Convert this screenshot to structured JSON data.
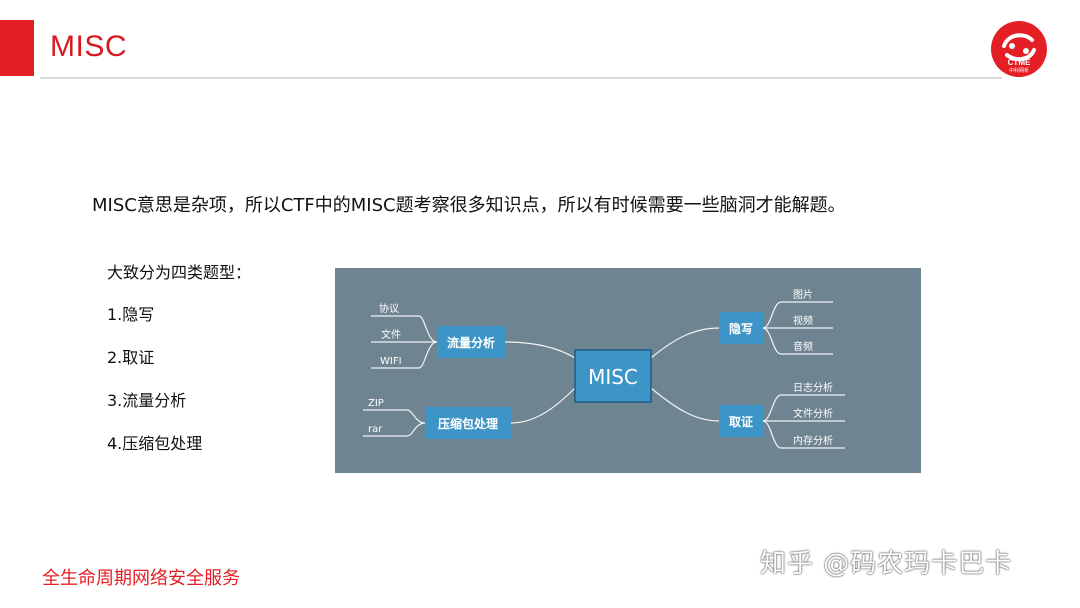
{
  "header": {
    "title": "MISC",
    "logo_text": "CTME",
    "logo_subtext": "中科网析",
    "accent_color": "#e31f25"
  },
  "intro": "MISC意思是杂项，所以CTF中的MISC题考察很多知识点，所以有时候需要一些脑洞才能解题。",
  "categories": {
    "title": "大致分为四类题型：",
    "items": [
      "1.隐写",
      "2.取证",
      "3.流量分析",
      "4.压缩包处理"
    ]
  },
  "mindmap": {
    "center": "MISC",
    "background_color": "#6f8491",
    "node_color": "#3d95c7",
    "branches": [
      {
        "label": "流量分析",
        "children": [
          "协议",
          "文件",
          "WIFI"
        ]
      },
      {
        "label": "压缩包处理",
        "children": [
          "ZIP",
          "rar"
        ]
      },
      {
        "label": "隐写",
        "children": [
          "图片",
          "视频",
          "音频"
        ]
      },
      {
        "label": "取证",
        "children": [
          "日志分析",
          "文件分析",
          "内存分析"
        ]
      }
    ]
  },
  "footer": {
    "tagline": "全生命周期网络安全服务"
  },
  "watermark": "知乎 @码农玛卡巴卡"
}
